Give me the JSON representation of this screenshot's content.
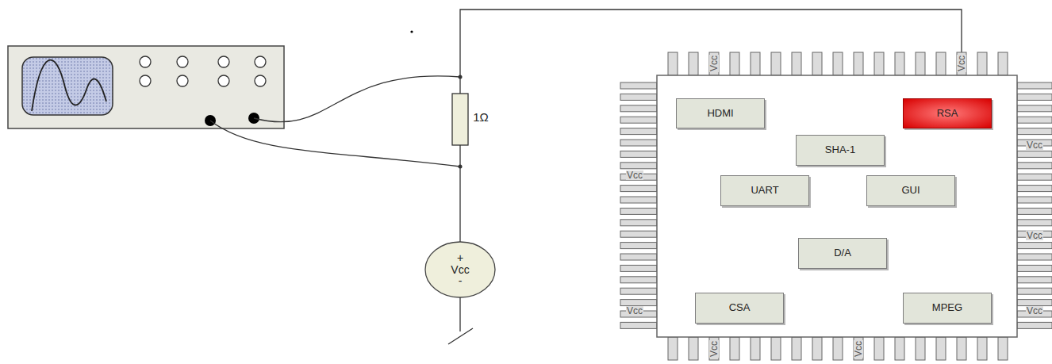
{
  "diagram": {
    "nodes": [
      {
        "text": [
          "HDMI"
        ]
      },
      {
        "text": [
          "RSA"
        ]
      },
      {
        "text": [
          "SHA-1"
        ]
      },
      {
        "text": [
          "UART"
        ]
      },
      {
        "text": [
          "GUI"
        ]
      },
      {
        "text": [
          "+",
          "Vcc",
          "-"
        ]
      },
      {
        "text": [
          "D/A"
        ]
      },
      {
        "text": [
          "CSA"
        ]
      },
      {
        "text": [
          "MPEG"
        ]
      }
    ],
    "labels": [
      "1Ω",
      "Vcc",
      "Vcc",
      "Vcc",
      "Vcc",
      "Vcc",
      "Vcc",
      "Vcc",
      "Vcc",
      "Vcc"
    ]
  }
}
